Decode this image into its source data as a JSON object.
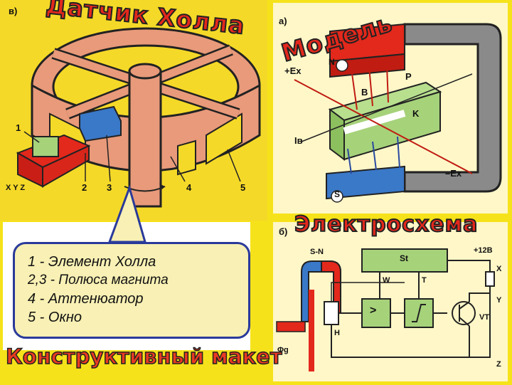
{
  "titles": {
    "hall_sensor": "Датчик Холла",
    "model": "Модель",
    "schematic": "Электросхема",
    "layout": "Конструктивный макет"
  },
  "panel_tags": {
    "v": "в)",
    "a": "а)",
    "b": "б)"
  },
  "left_labels": {
    "n1": "1",
    "n2": "2",
    "n3": "3",
    "n4": "4",
    "n5": "5",
    "xyz": "X Y Z"
  },
  "model_labels": {
    "n": "N",
    "s": "S",
    "p": "P",
    "b": "В",
    "k": "K",
    "plus_ex": "+Ex",
    "minus_ex": "–Ex",
    "iv": "Iв"
  },
  "schematic_labels": {
    "sn": "S-N",
    "st": "St",
    "w": "W",
    "t": "T",
    "plus12": "+12B",
    "x": "X",
    "y": "Y",
    "vt": "VT",
    "h": "H",
    "z": "Z",
    "phi": "Φg",
    "cmp": ">"
  },
  "legend": [
    "1 - Элемент Холла",
    "2,3 - Полюса магнита",
    "4 - Аттенюатор",
    "5 - Окно"
  ],
  "colors": {
    "background": "#f6e21a",
    "magnet_red": "#e3281c",
    "magnet_blue": "#3a78c8",
    "element_green": "#a6d27a",
    "rotor": "#e89a7a"
  }
}
